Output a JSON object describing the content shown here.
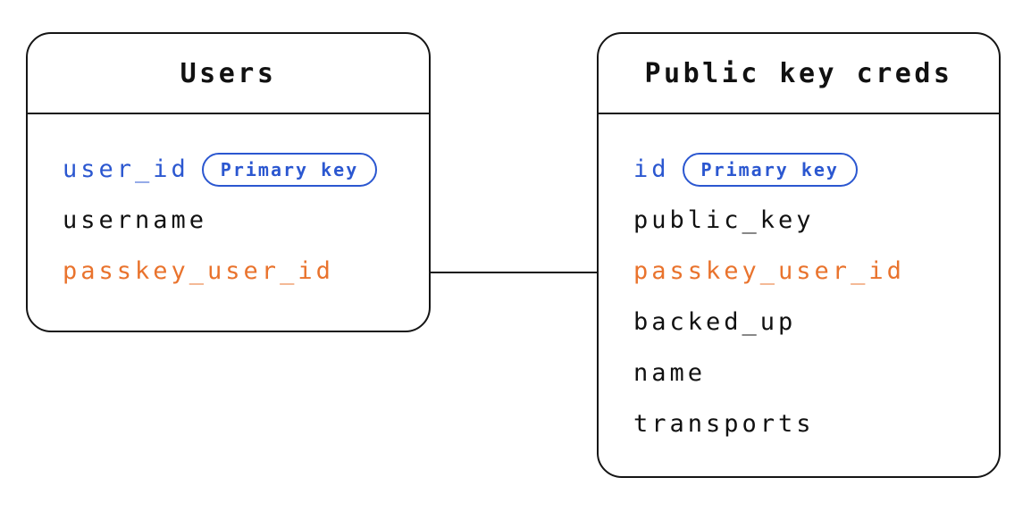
{
  "colors": {
    "field_blue": "#2B57D0",
    "field_orange": "#E9732D",
    "text_black": "#111111",
    "line_black": "#151515",
    "background": "#FFFFFF"
  },
  "tables": [
    {
      "title": "Users",
      "fields": [
        {
          "name": "user_id",
          "color": "blue",
          "badge": "Primary key"
        },
        {
          "name": "username",
          "color": "black"
        },
        {
          "name": "passkey_user_id",
          "color": "orange"
        }
      ]
    },
    {
      "title": "Public key creds",
      "fields": [
        {
          "name": "id",
          "color": "blue",
          "badge": "Primary key"
        },
        {
          "name": "public_key",
          "color": "black"
        },
        {
          "name": "passkey_user_id",
          "color": "orange"
        },
        {
          "name": "backed_up",
          "color": "black"
        },
        {
          "name": "name",
          "color": "black"
        },
        {
          "name": "transports",
          "color": "black"
        }
      ]
    }
  ],
  "relationship": {
    "from_table": "Users",
    "from_field": "passkey_user_id",
    "to_table": "Public key creds",
    "to_field": "passkey_user_id"
  }
}
